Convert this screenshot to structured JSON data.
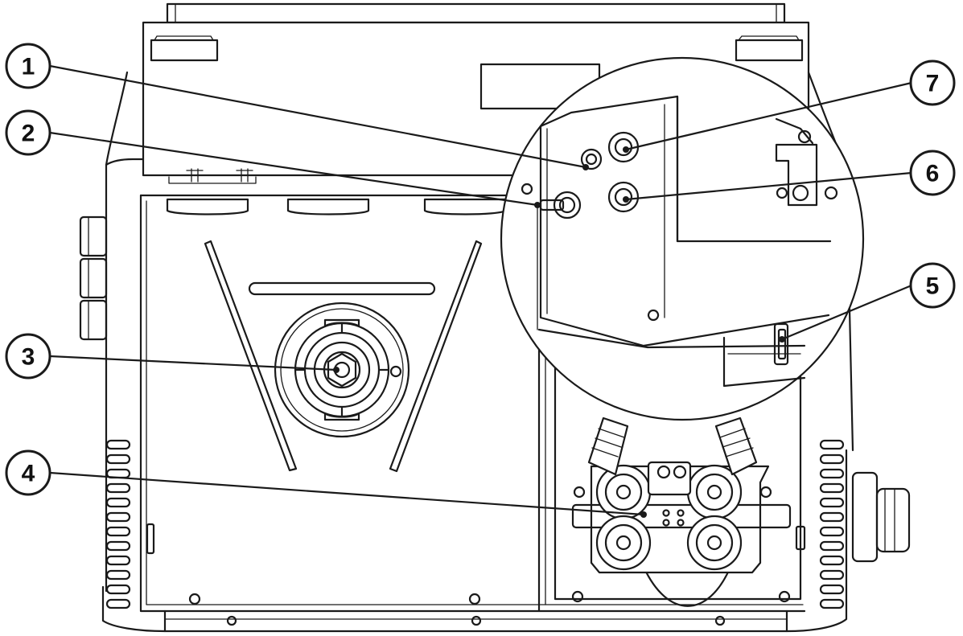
{
  "diagram": {
    "type": "technical-line-drawing",
    "callouts": [
      {
        "label": "1"
      },
      {
        "label": "2"
      },
      {
        "label": "3"
      },
      {
        "label": "4"
      },
      {
        "label": "5"
      },
      {
        "label": "6"
      },
      {
        "label": "7"
      }
    ],
    "colors": {
      "line": "#1a1a1a",
      "background": "#ffffff"
    }
  }
}
